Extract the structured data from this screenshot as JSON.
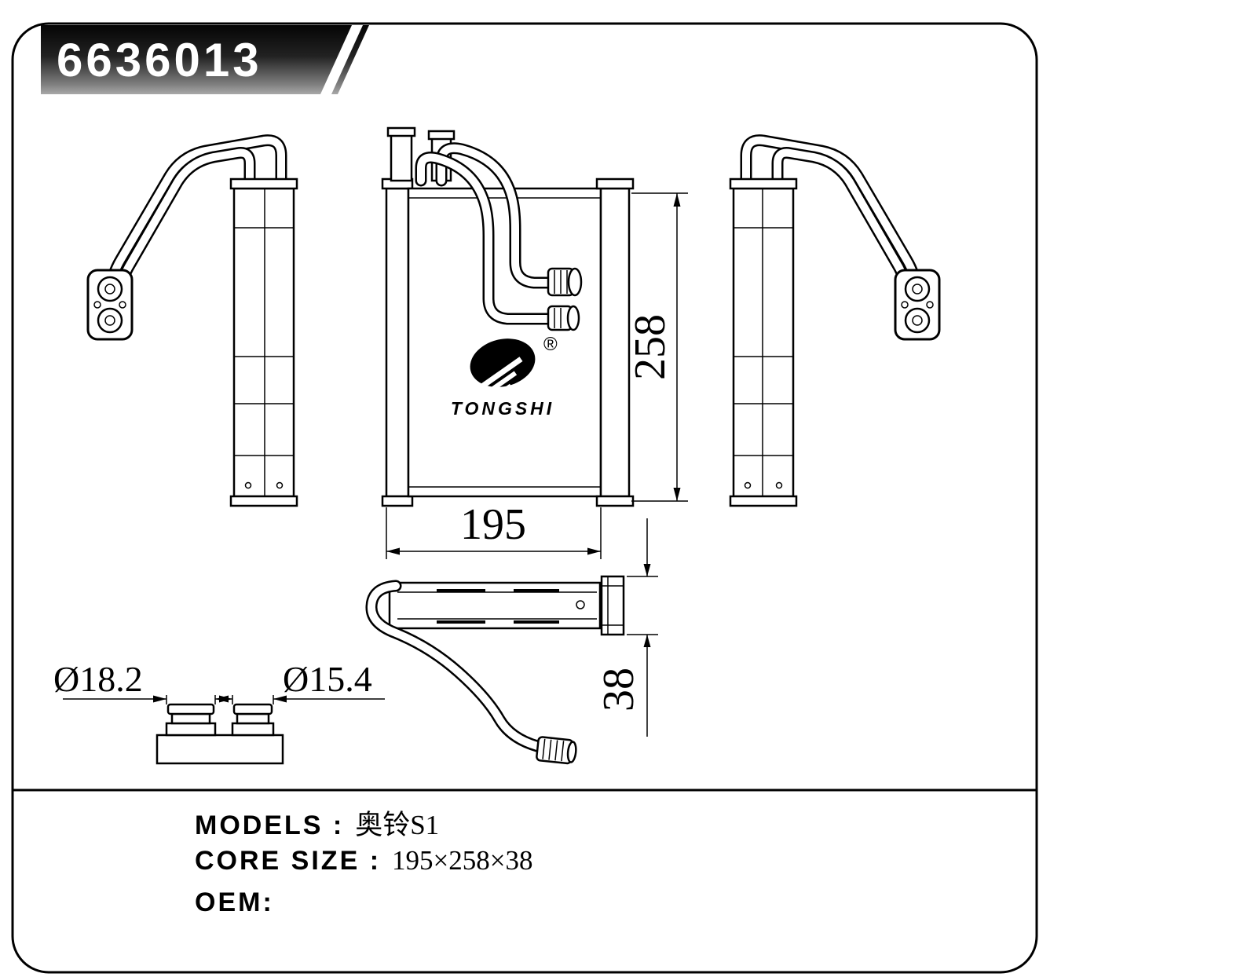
{
  "title": "6636013",
  "logo": {
    "registered": "®",
    "brand": "TONGSHI"
  },
  "dims": {
    "height": "258",
    "width": "195",
    "depth": "38",
    "port_large": "Ø18.2",
    "port_small": "Ø15.4"
  },
  "specs": {
    "models_label": "MODELS :",
    "models_value": "奥铃S1",
    "core_label": "CORE SIZE :",
    "core_value": "195×258×38",
    "oem_label": "OEM:"
  },
  "colors": {
    "line": "#000000",
    "background": "#ffffff",
    "banner_top": "#050505",
    "banner_bottom": "#a8a8a8"
  }
}
